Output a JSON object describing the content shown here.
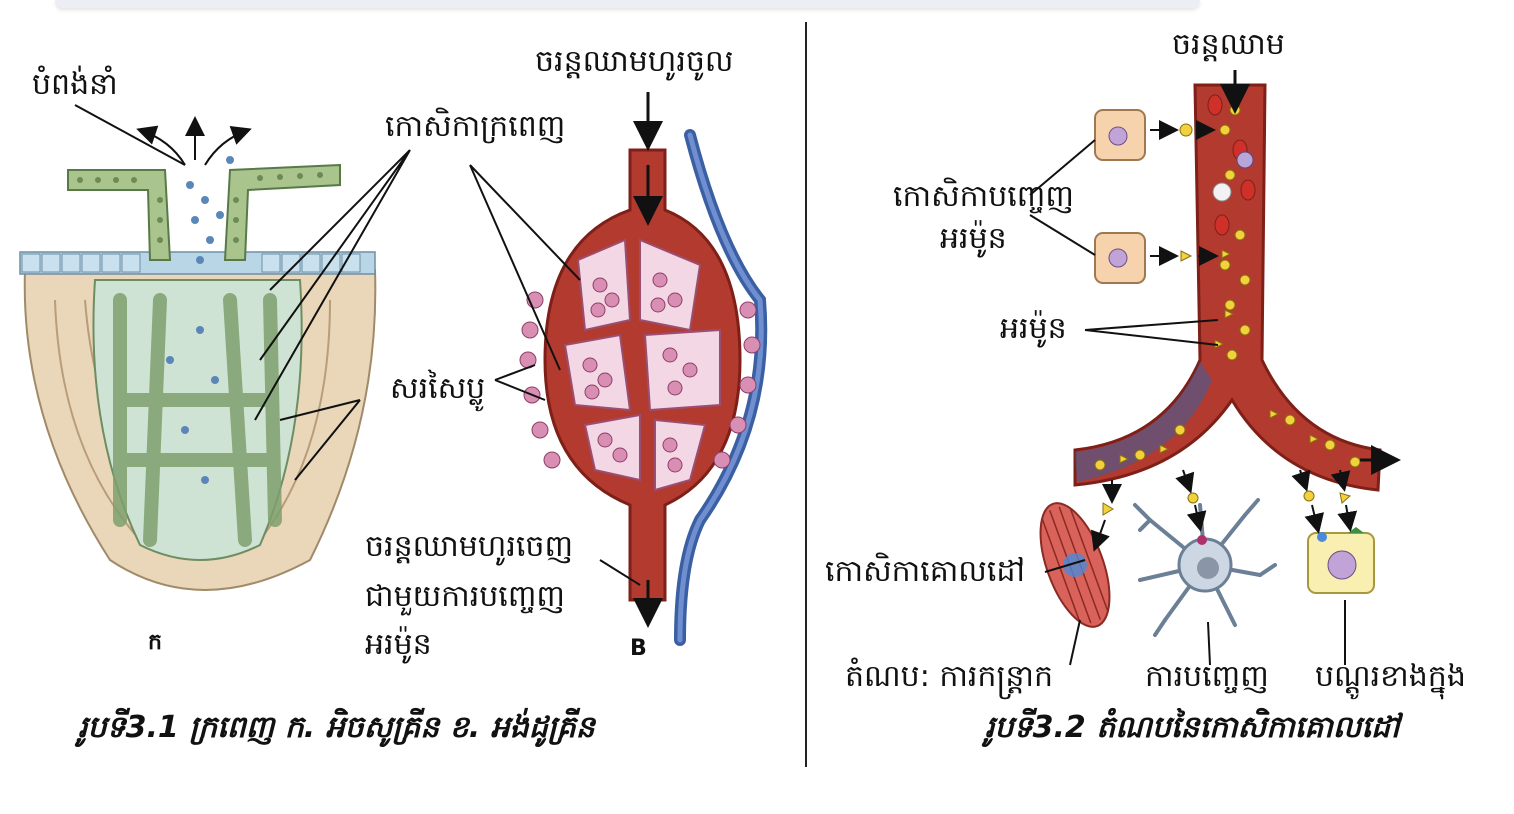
{
  "fig1": {
    "labels": {
      "duct": "បំពង់នាំ",
      "vein_in": "ចរន្តឈាមហូរចូល",
      "gland_cells": "កោសិកាក្រពេញ",
      "fibers": "សរសៃប្លូ",
      "vein_out_1": "ចរន្តឈាមហូរចេញ",
      "vein_out_2": "ជាមួយការបញ្ចេញ",
      "vein_out_3": "អរម៉ូន",
      "panel_a": "ក",
      "panel_b": "B"
    },
    "caption": "រូបទី3.1  ក្រពេញ  ក. អិចសូគ្រីន  ខ. អង់ដូគ្រីន"
  },
  "fig2": {
    "labels": {
      "bloodstream": "ចរន្តឈាម",
      "secreting_cells_1": "កោសិកាបញ្ចេញ",
      "secreting_cells_2": "អរម៉ូន",
      "hormone": "អរម៉ូន",
      "target_cell": "កោសិកាគោលដៅ",
      "response_label": "តំណប: ការកន្ត្រាក",
      "secretion": "ការបញ្ចេញ",
      "internal_change": "បណ្ដូរខាងក្នុង"
    },
    "caption": "រូបទី3.2  តំណបនៃកោសិកាគោលដៅ"
  },
  "colors": {
    "vessel_red": "#b23a2e",
    "vessel_dark": "#7e1f18",
    "vein_blue": "#3b5fa3",
    "gland_green": "#a9c48d",
    "duct_blue": "#b9d6e6",
    "tissue_beige": "#ead6b8",
    "cell_pink": "#d98fb4",
    "hormone_yellow": "#f2d23c"
  }
}
